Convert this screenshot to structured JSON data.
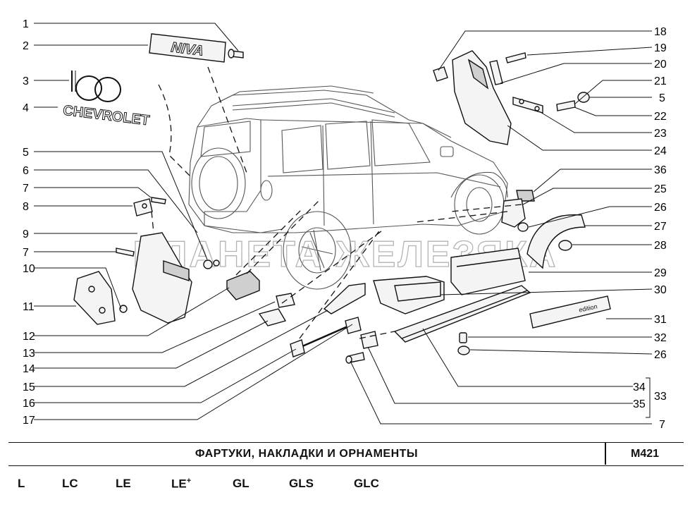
{
  "callouts_left": [
    "1",
    "2",
    "3",
    "4",
    "5",
    "6",
    "7",
    "8",
    "9",
    "7",
    "10",
    "11",
    "12",
    "13",
    "14",
    "15",
    "16",
    "17"
  ],
  "callouts_right": [
    "18",
    "19",
    "20",
    "21",
    "5",
    "22",
    "23",
    "24",
    "36",
    "25",
    "26",
    "27",
    "28",
    "29",
    "30",
    "31",
    "32",
    "26",
    "34",
    "35",
    "7"
  ],
  "group_label": "33",
  "parts_text": {
    "niva_badge": "NIVA",
    "chevrolet_badge": "CHEVROLET",
    "hundred_logo": "100",
    "edition_badge": "edition"
  },
  "watermark": "ПЛАНЕТА ЖЕЛЕЗЯКА",
  "footer": {
    "title": "ФАРТУКИ,  НАКЛАДКИ  И  ОРНАМЕНТЫ",
    "code": "М421"
  },
  "trims": [
    "L",
    "LC",
    "LE",
    "LE",
    "GL",
    "GLS",
    "GLC"
  ],
  "trim_plus": "+"
}
